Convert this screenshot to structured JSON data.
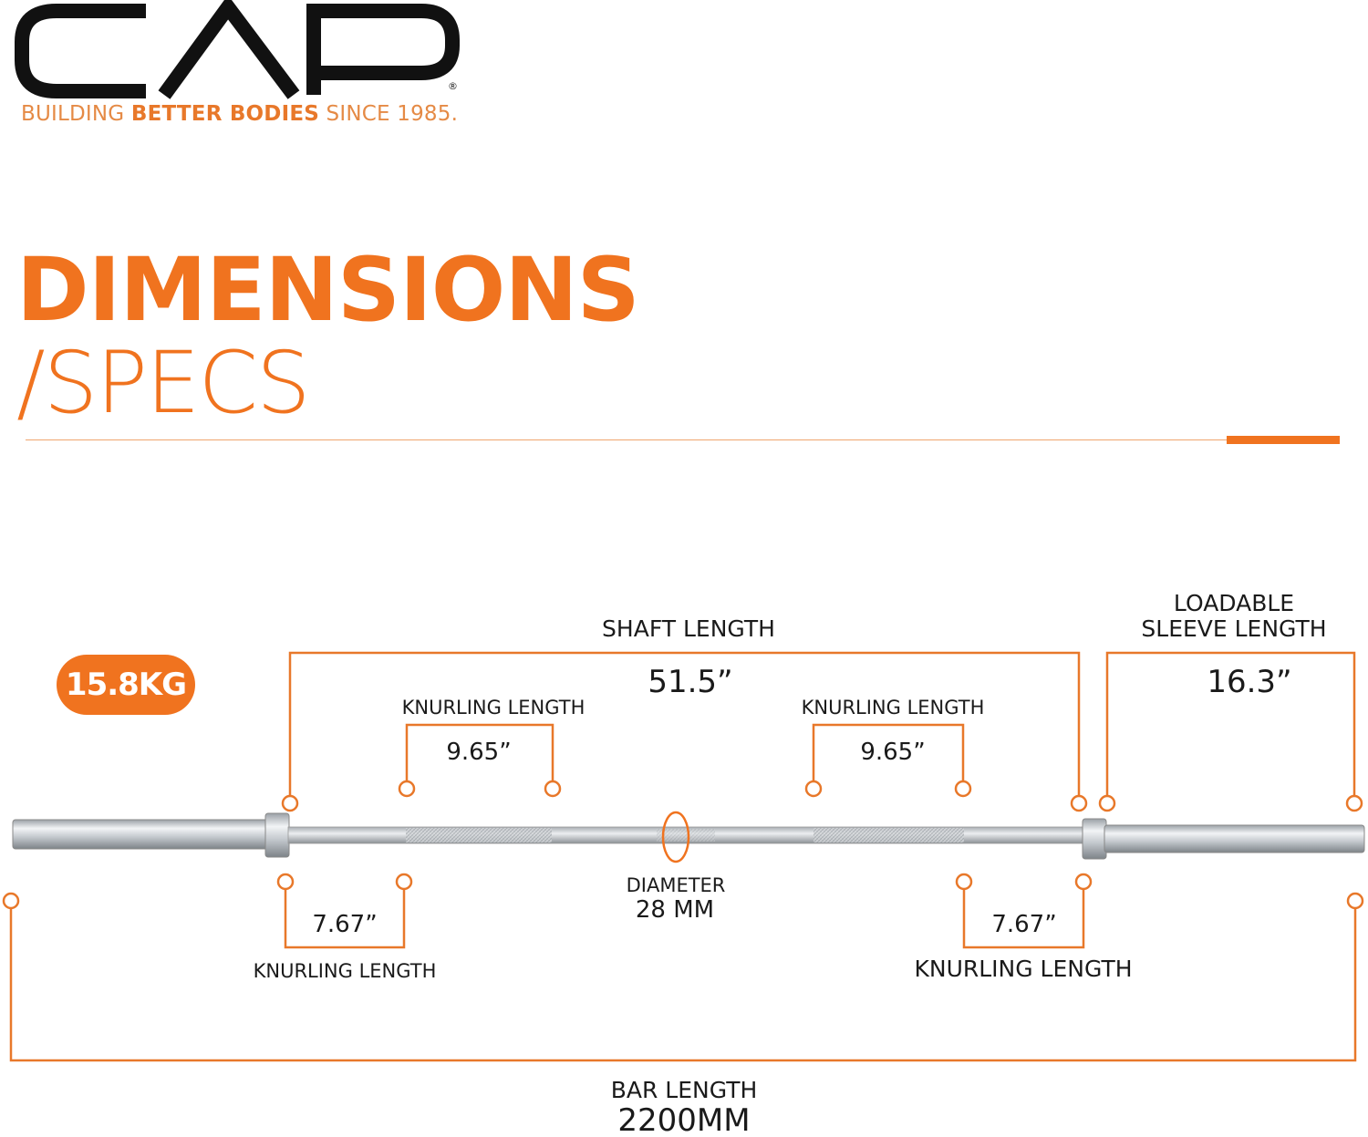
{
  "brand": {
    "logo_text": "CAP",
    "registered_mark": "®",
    "tagline_part1": "BUILDING ",
    "tagline_bold": "BETTER BODIES",
    "tagline_part2": " SINCE 1985."
  },
  "heading": {
    "title": "DIMENSIONS",
    "slash": "/",
    "subtitle": "SPECS"
  },
  "badge": {
    "weight": "15.8KG"
  },
  "specs": {
    "shaft_label": "SHAFT LENGTH",
    "shaft_value": "51.5”",
    "sleeve_label_line1": "LOADABLE",
    "sleeve_label_line2": "SLEEVE  LENGTH",
    "sleeve_value": "16.3”",
    "knurl_top_left_label": "KNURLING LENGTH",
    "knurl_top_left_value": "9.65”",
    "knurl_top_right_label": "KNURLING LENGTH",
    "knurl_top_right_value": "9.65”",
    "knurl_bottom_left_label": "KNURLING LENGTH",
    "knurl_bottom_left_value": "7.67”",
    "knurl_bottom_right_label": "KNURLING LENGTH",
    "knurl_bottom_right_value": "7.67”",
    "diameter_label": "DIAMETER",
    "diameter_value": "28 MM",
    "bar_length_label": "BAR LENGTH",
    "bar_length_value": "2200MM"
  },
  "colors": {
    "accent": "#f0731f",
    "accent_light": "#e58a45",
    "steel": "#c8ccd0"
  }
}
